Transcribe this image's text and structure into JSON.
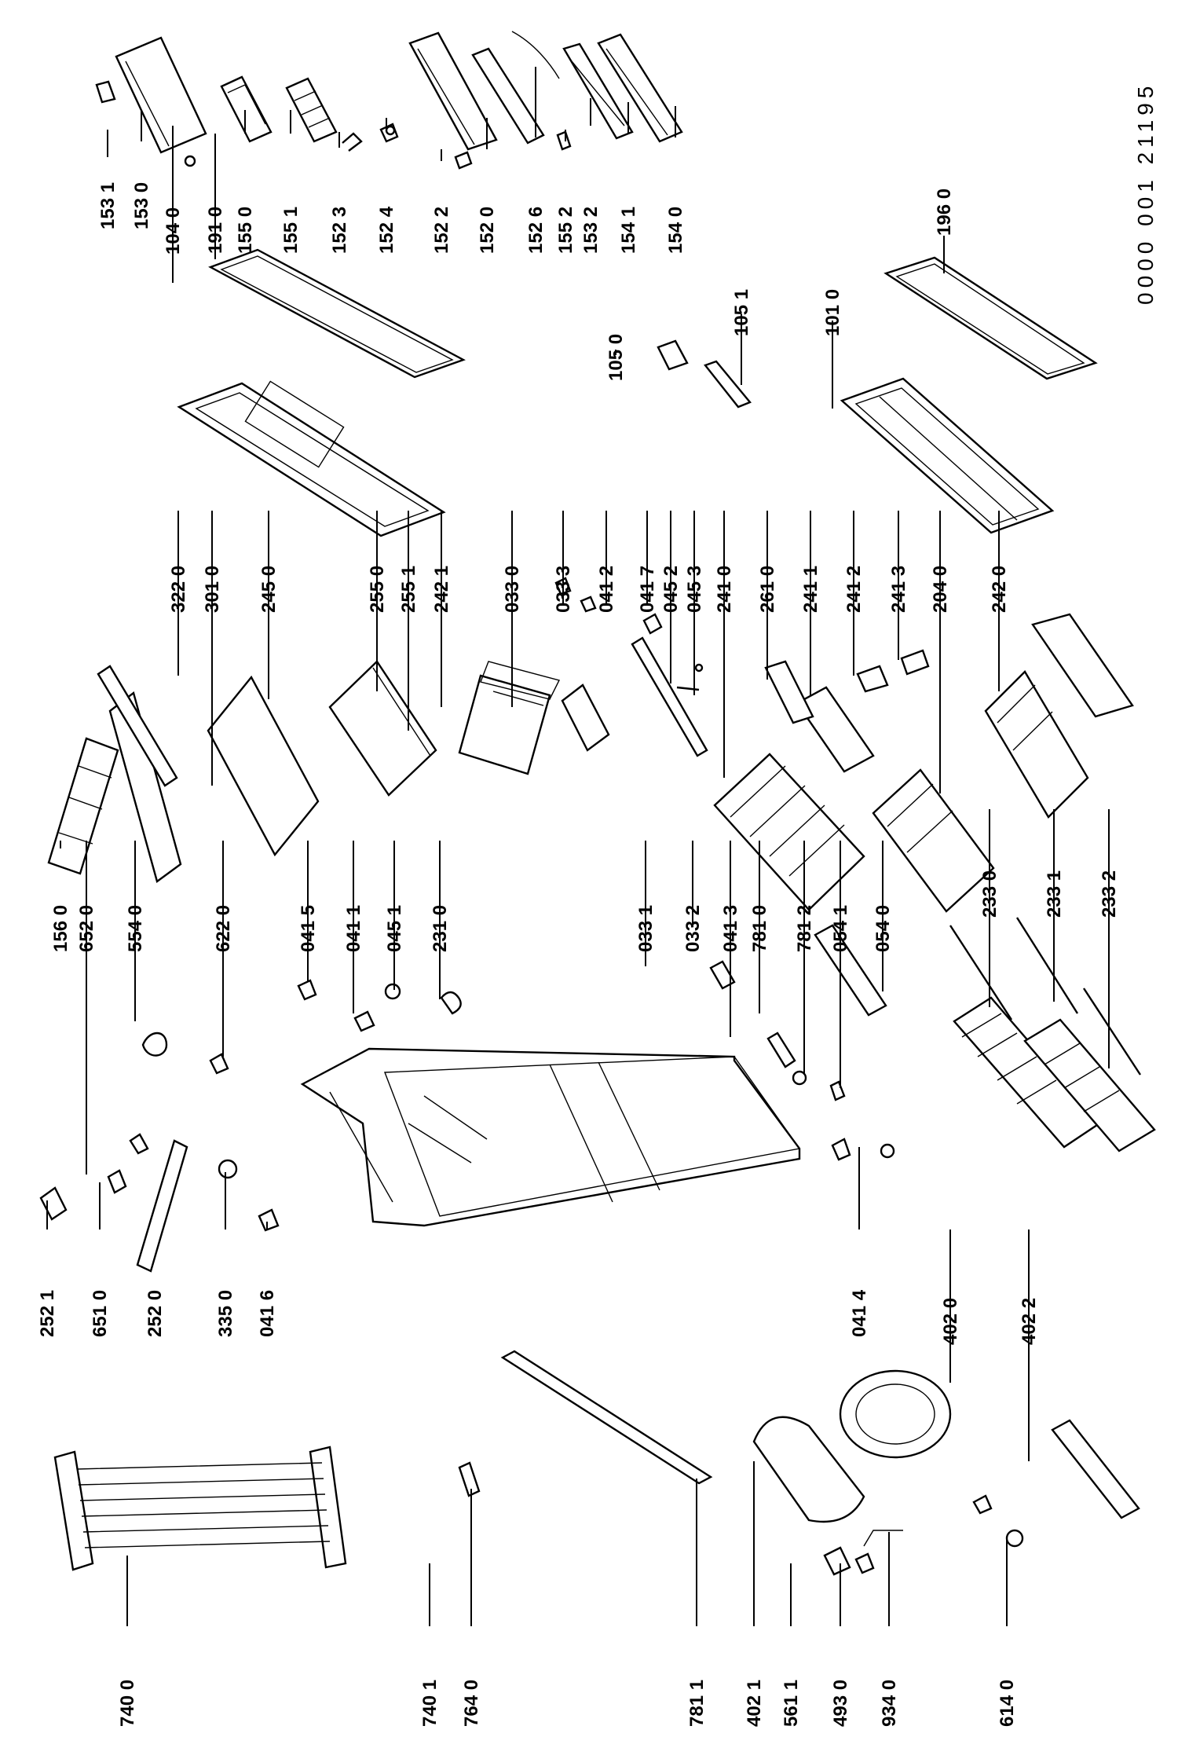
{
  "document_ref": "0000 001 21195",
  "labels": [
    "153 1",
    "153 0",
    "104 0",
    "191 0",
    "155 0",
    "155 1",
    "152 3",
    "152 4",
    "152 2",
    "152 0",
    "152 6",
    "155 2",
    "153 2",
    "154 1",
    "154 0",
    "196 0",
    "105 0",
    "105 1",
    "101 0",
    "322 0",
    "301 0",
    "245 0",
    "255 0",
    "255 1",
    "242 1",
    "033 0",
    "033 3",
    "041 2",
    "041 7",
    "045 2",
    "045 3",
    "241 0",
    "261 0",
    "241 1",
    "241 2",
    "241 3",
    "204 0",
    "242 0",
    "156 0",
    "652 0",
    "554 0",
    "622 0",
    "041 5",
    "041 1",
    "045 1",
    "231 0",
    "033 1",
    "033 2",
    "041 3",
    "781 0",
    "781 2",
    "054 1",
    "054 0",
    "233 0",
    "233 1",
    "233 2",
    "252 1",
    "651 0",
    "252 0",
    "335 0",
    "041 6",
    "041 4",
    "402 0",
    "402 2",
    "740 0",
    "740 1",
    "764 0",
    "781 1",
    "402 1",
    "561 1",
    "493 0",
    "934 0",
    "614 0"
  ]
}
